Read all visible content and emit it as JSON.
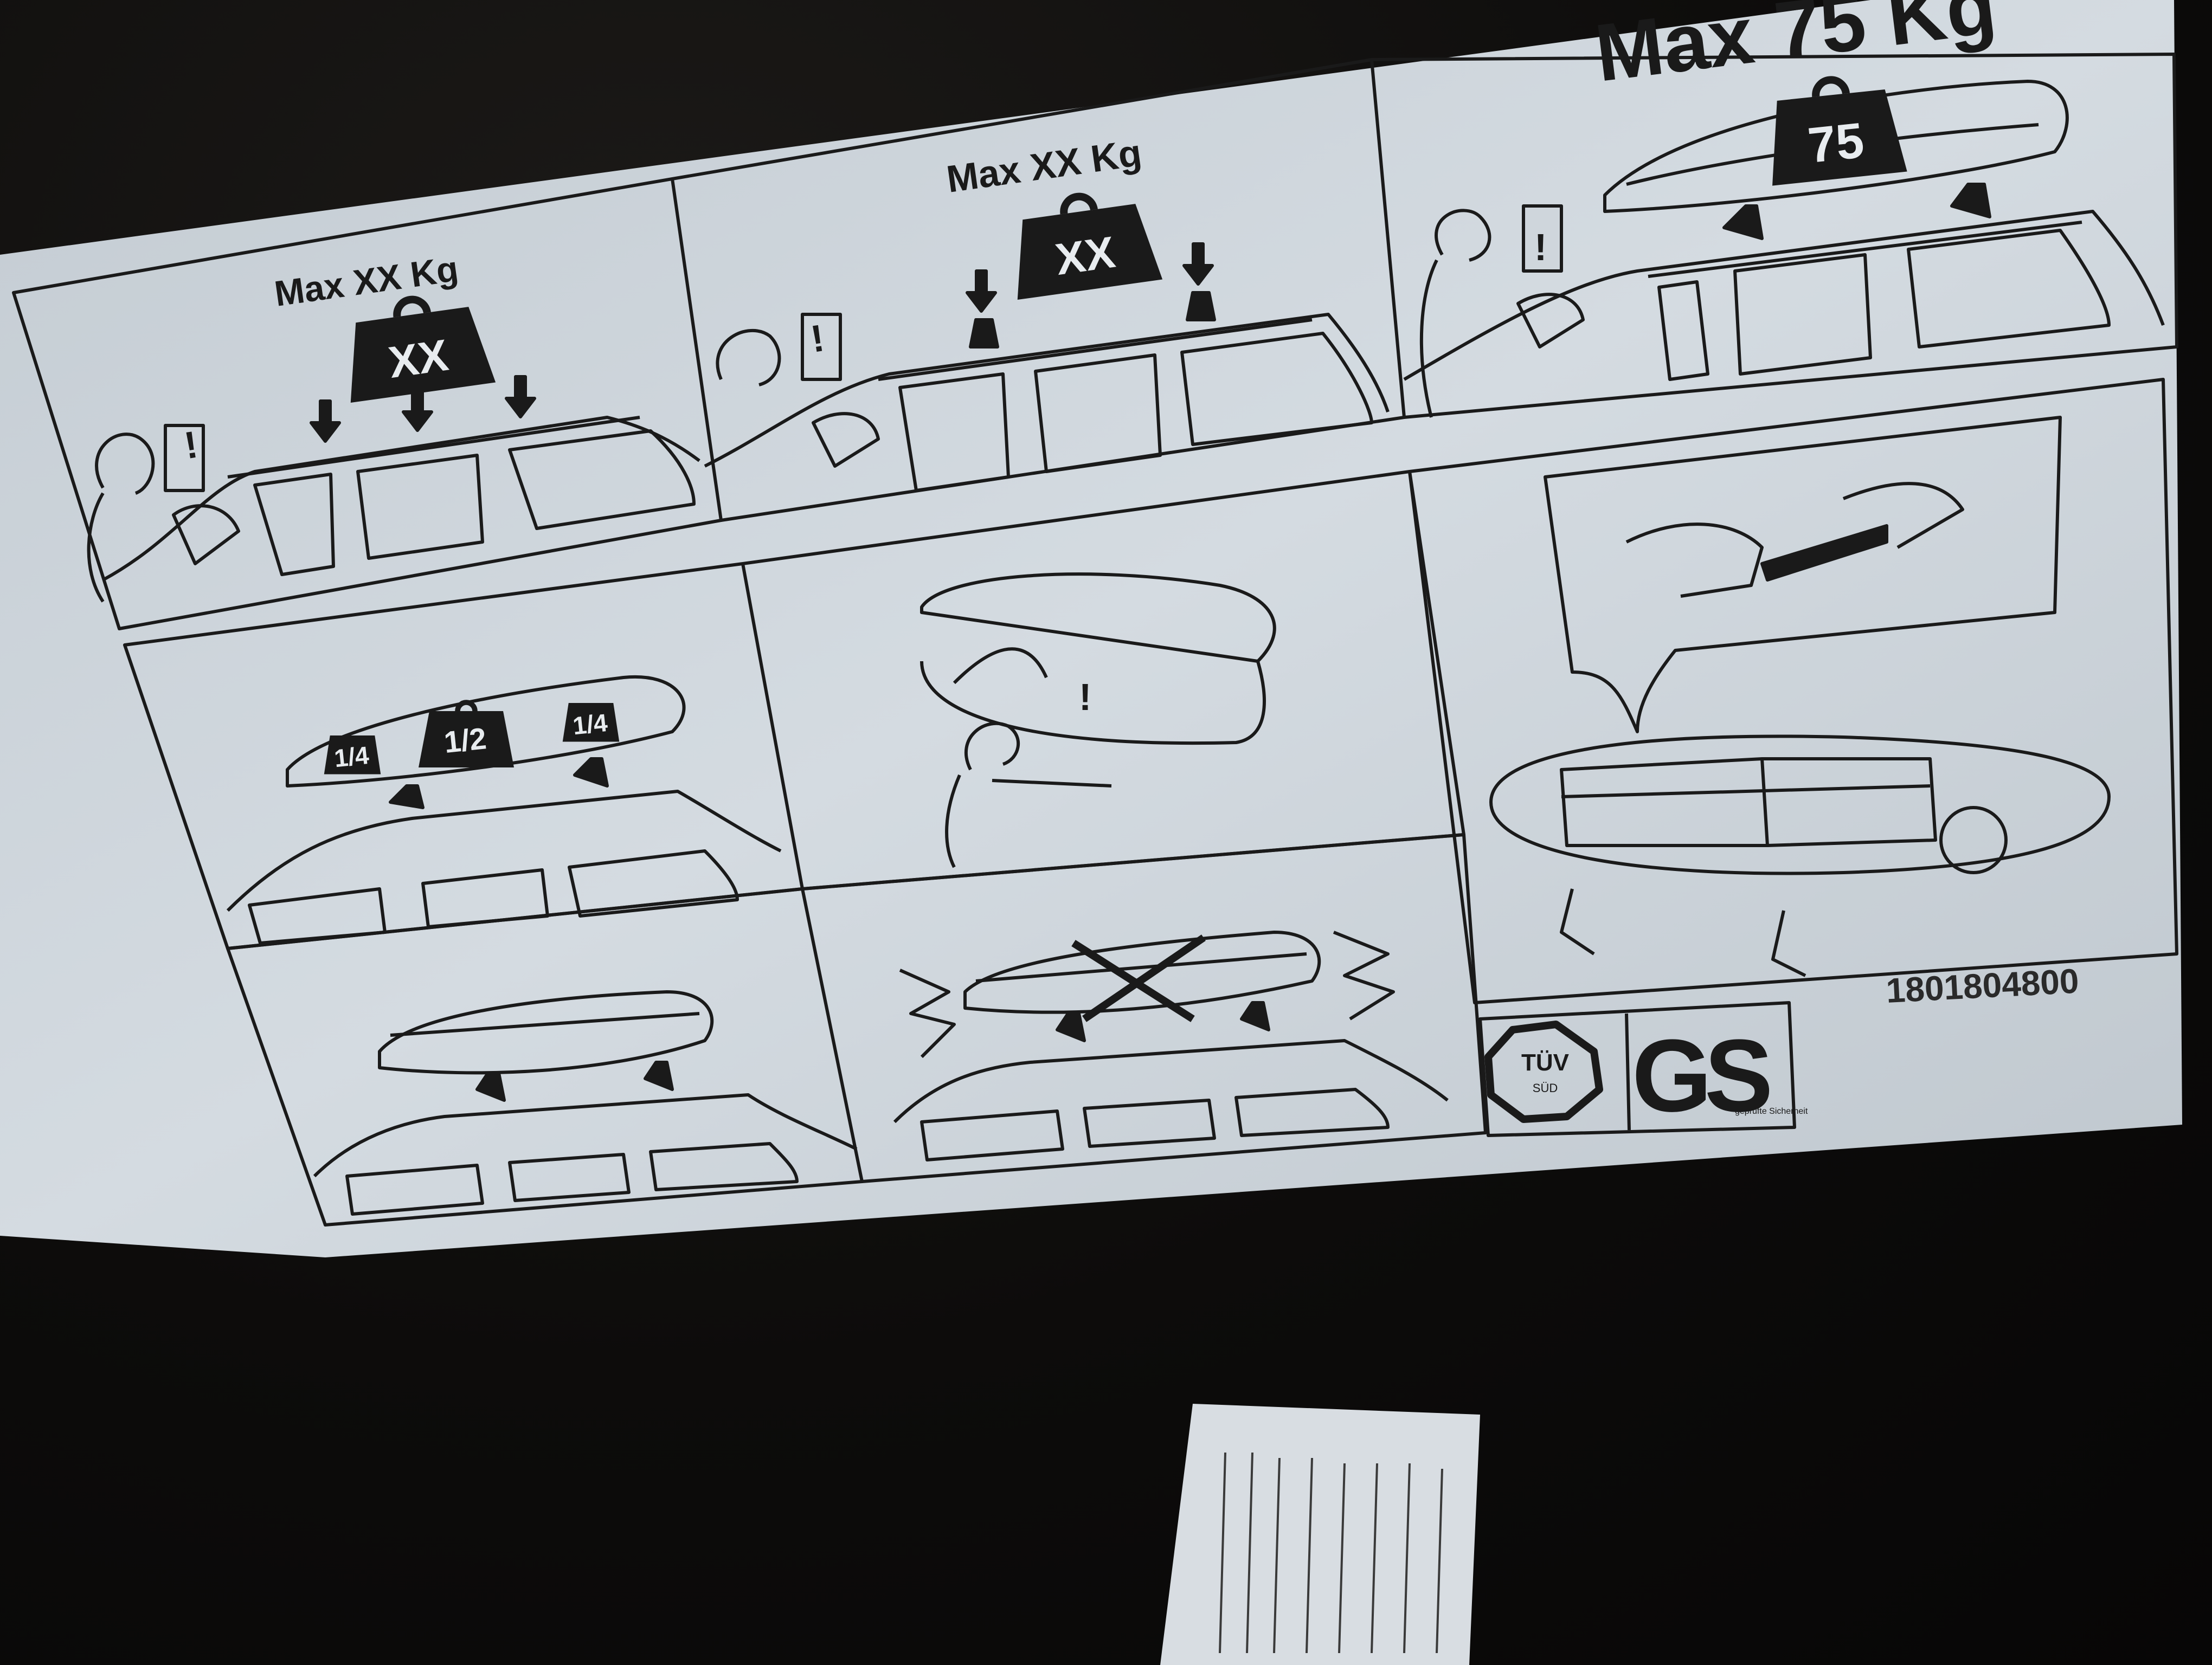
{
  "panels": {
    "top_left": {
      "heading": "Max XX Kg",
      "weight": "XX"
    },
    "top_middle": {
      "heading": "Max XX Kg",
      "weight": "XX"
    },
    "top_right": {
      "heading": "Max 75 Kg",
      "weight": "75"
    },
    "load_distribution": {
      "left": "1/4",
      "center": "1/2",
      "right": "1/4"
    },
    "warning_symbol": "!"
  },
  "part_number": "1801804800",
  "certification": {
    "tuv_line1": "TÜV",
    "tuv_line2": "SÜD",
    "gs_mark": "GS",
    "gs_small": "geprüfte Sicherheit"
  },
  "colors": {
    "label_background": "#cfd6dc",
    "ink": "#1a1a1a",
    "background": "#0c0b0a"
  }
}
